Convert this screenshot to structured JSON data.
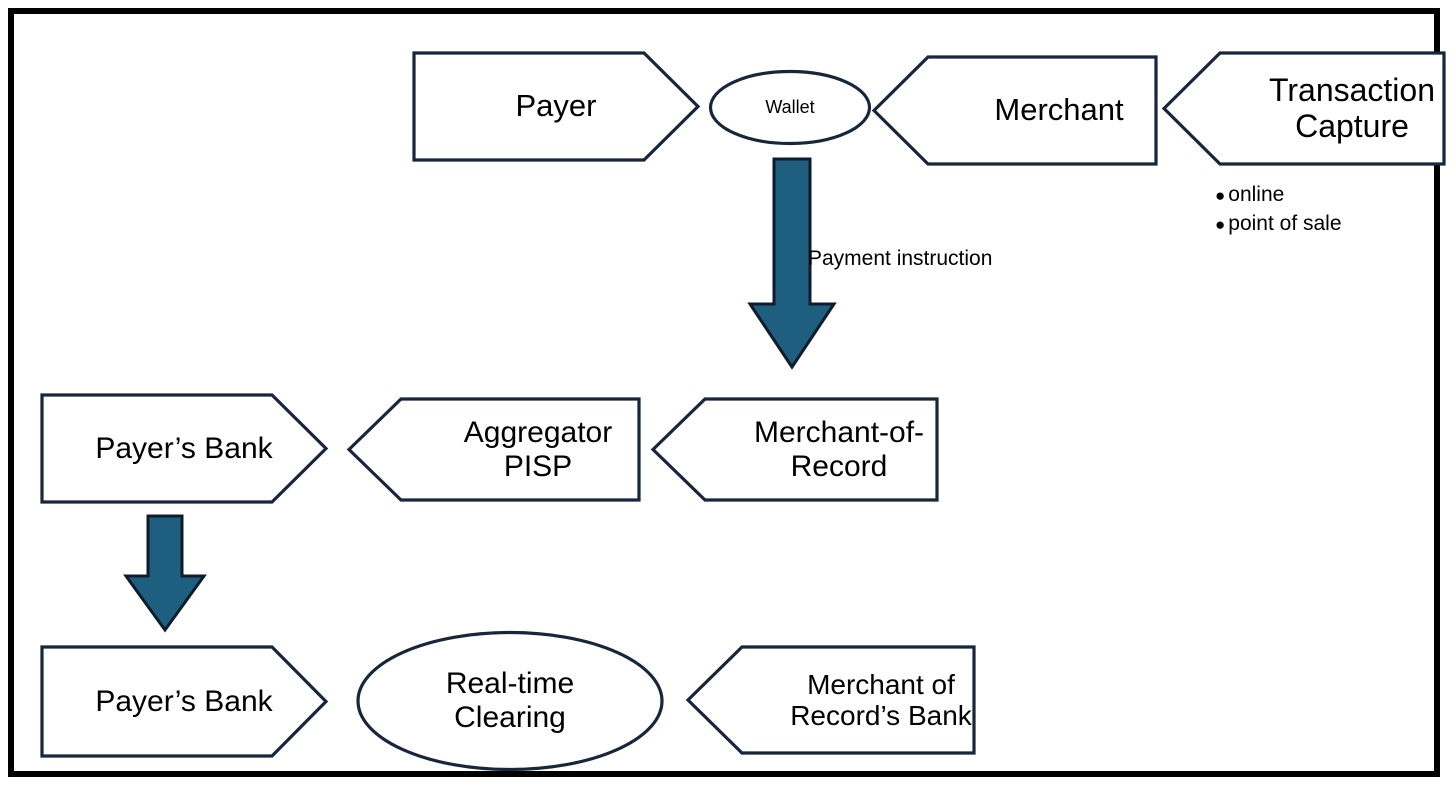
{
  "diagram": {
    "title": "Payment flow diagram",
    "colors": {
      "frame": "#000000",
      "stroke": "#17263a",
      "arrow_fill": "#1e5f80",
      "arrow_stroke": "#0f1c2b",
      "background": "#ffffff"
    },
    "nodes": [
      {
        "id": "payer",
        "label": "Payer",
        "shape": "pentagon-right"
      },
      {
        "id": "wallet",
        "label": "Wallet",
        "shape": "ellipse"
      },
      {
        "id": "merchant",
        "label": "Merchant",
        "shape": "chevron-left"
      },
      {
        "id": "transaction",
        "label": "Transaction\nCapture",
        "shape": "chevron-left"
      },
      {
        "id": "payers-bank-mid",
        "label": "Payer’s Bank",
        "shape": "pentagon-right"
      },
      {
        "id": "aggregator",
        "label": "Aggregator\nPISP",
        "shape": "chevron-left"
      },
      {
        "id": "merchant-record",
        "label": "Merchant-of-\nRecord",
        "shape": "chevron-left"
      },
      {
        "id": "payers-bank-bot",
        "label": "Payer’s Bank",
        "shape": "pentagon-right"
      },
      {
        "id": "clearing",
        "label": "Real-time\nClearing",
        "shape": "ellipse"
      },
      {
        "id": "mor-bank",
        "label": "Merchant of\nRecord’s Bank",
        "shape": "chevron-left"
      }
    ],
    "arrows": [
      {
        "id": "payment-instruction",
        "label": "Payment instruction",
        "direction": "down"
      },
      {
        "id": "payers-bank-settle",
        "label": "",
        "direction": "down"
      }
    ],
    "bullets": {
      "owner": "transaction",
      "items": [
        "online",
        "point of sale"
      ]
    }
  }
}
